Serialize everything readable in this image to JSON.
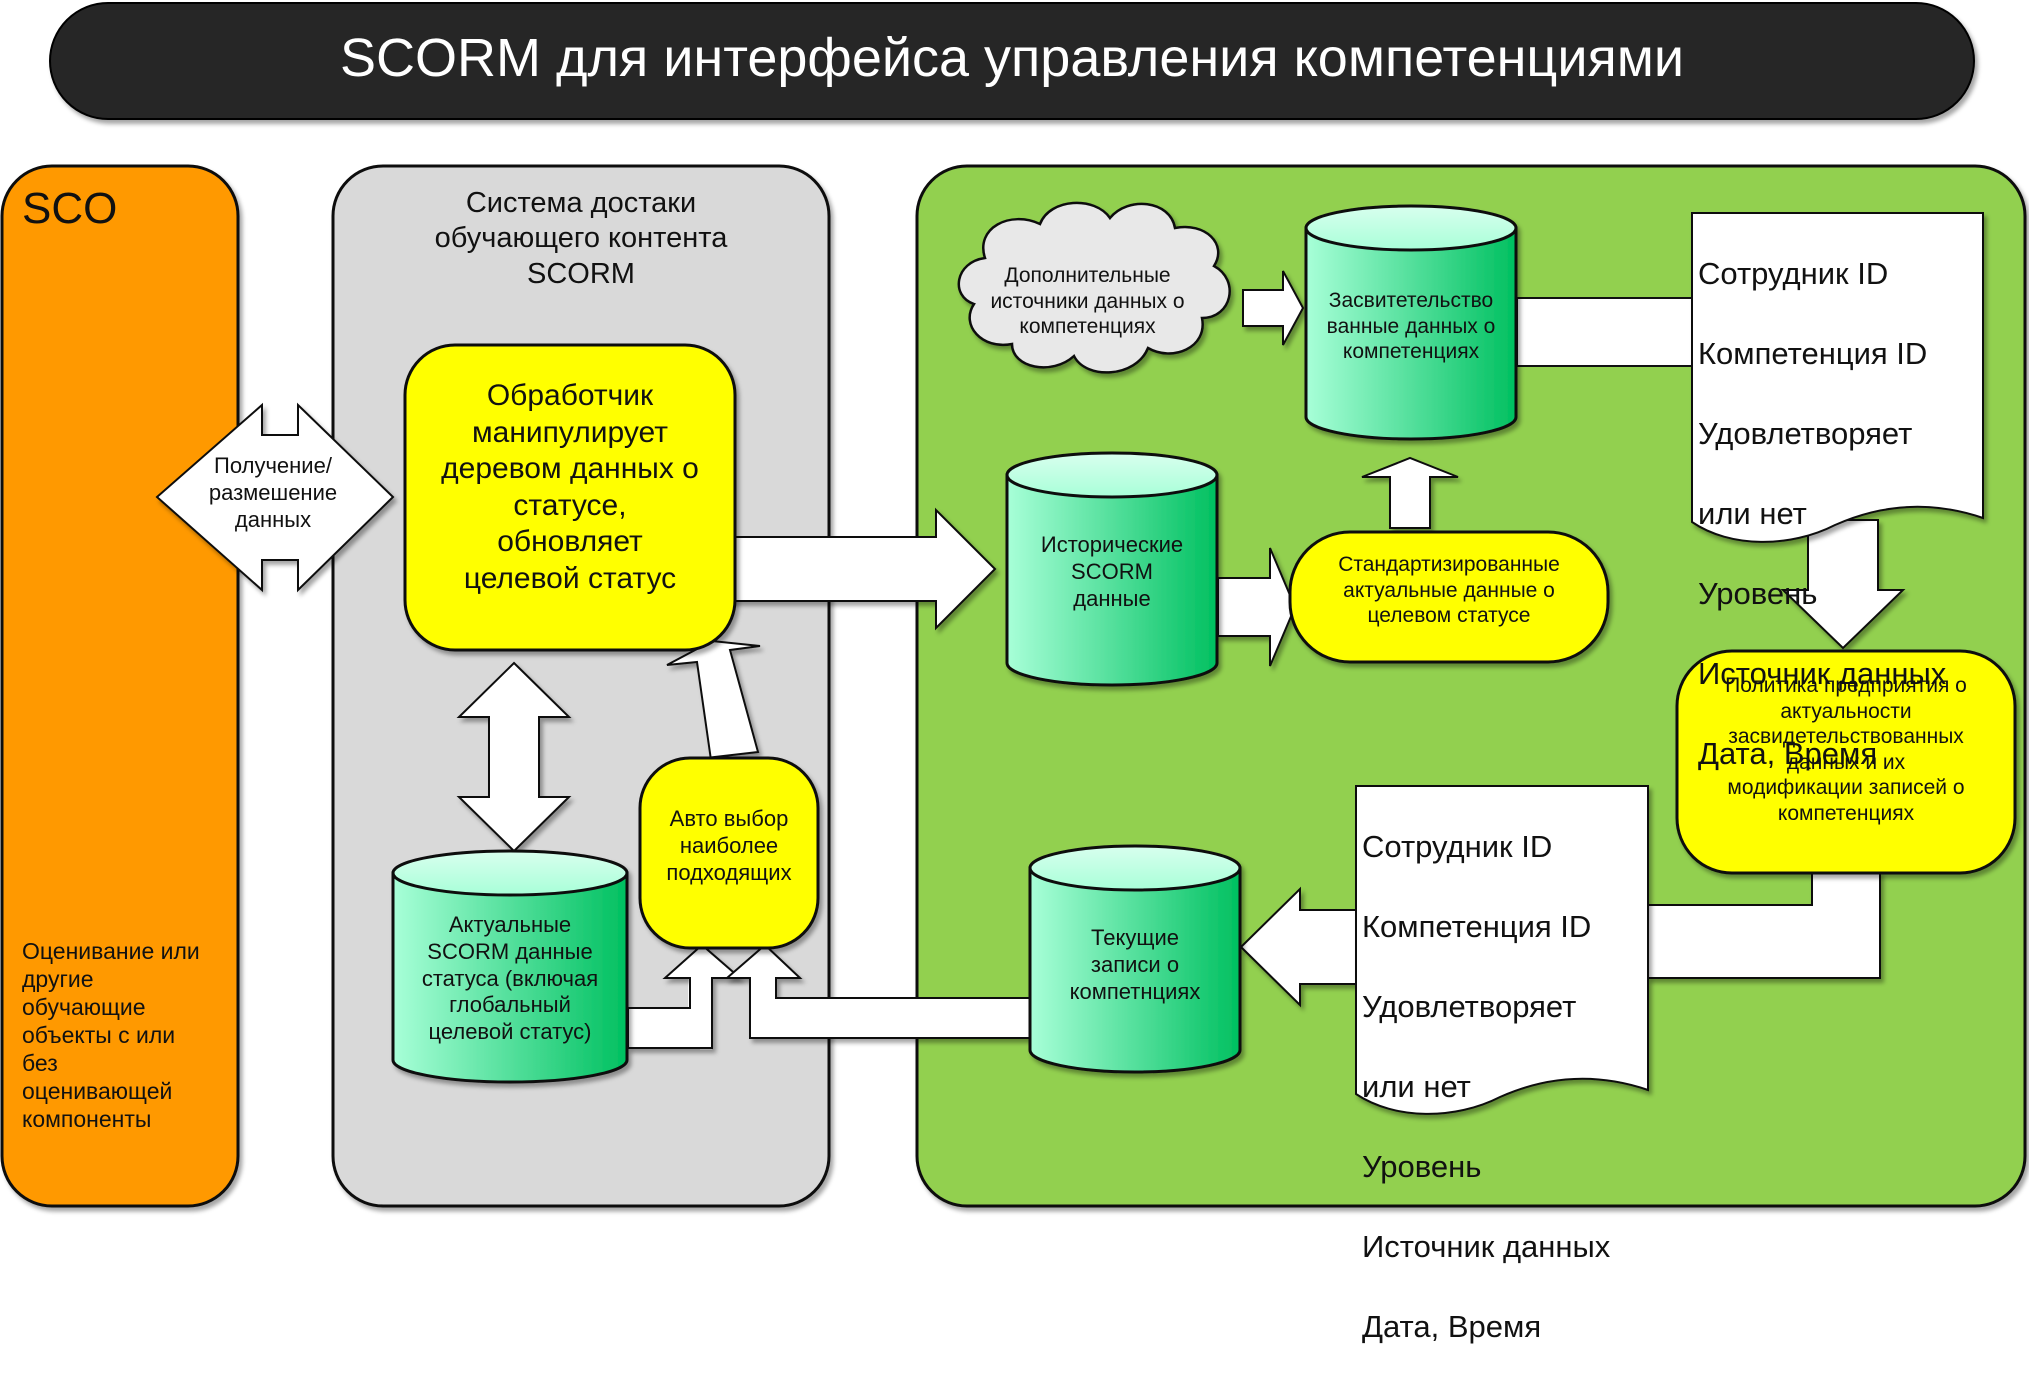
{
  "title": "SCORM для интерфейса управления компетенциями",
  "panels": {
    "sco": {
      "label": "SCO",
      "description": "Оценивание или\nдругие\nобучающие\nобъекты с или\nбез\nоценивающей\nкомпоненты",
      "color": "#ff9900"
    },
    "lms": {
      "label": "Система достаки\nобучающего контента\nSCORM",
      "color": "#d9d9d9"
    },
    "competency": {
      "color": "#92d050"
    }
  },
  "nodes": {
    "exchange_arrow": "Получение/\nразмешение\nданных",
    "handler": "Обработчик\nманипулирует\nдеревом данных о\nстатусе,\nобновляет\nцелевой статус",
    "actual_scorm_db": "Актуальные\nSCORM данные\nстатуса (включая\nглобальный\nцелевой статус)",
    "auto_select": "Авто выбор\nнаиболее\nподходящих",
    "extra_sources_cloud": "Дополнительные\nисточники данных о\nкомпетенциях",
    "evidence_db": "Засвитетельство\nванные данных о\nкомпетенциях",
    "historic_db": "Исторические\nSCORM\nданные",
    "standardized": "Стандартизированные\nактуальные данные о\nцелевом статусе",
    "policy": "Политика предприятия о\nактуальности\nзасвидетельствованных\nданных и их\nмодификации записей о\nкомпетенциях",
    "current_records_db": "Текущие\nзаписи о\nкомпетнциях"
  },
  "documents": {
    "top_record": [
      "Сотрудник ID",
      "Компетенция ID",
      "Удовлетворяет",
      "или нет",
      "Уровень",
      "Источник данных",
      "Дата, Время"
    ],
    "bottom_record": [
      "Сотрудник ID",
      "Компетенция ID",
      "Удовлетворяет",
      "или нет",
      "Уровень",
      "Источник данных",
      "Дата, Время"
    ]
  },
  "colors": {
    "yellow_node": "#ffff00",
    "db_dark": "#00c060",
    "db_light": "#a8ffd8",
    "title_bar": "#262626"
  }
}
